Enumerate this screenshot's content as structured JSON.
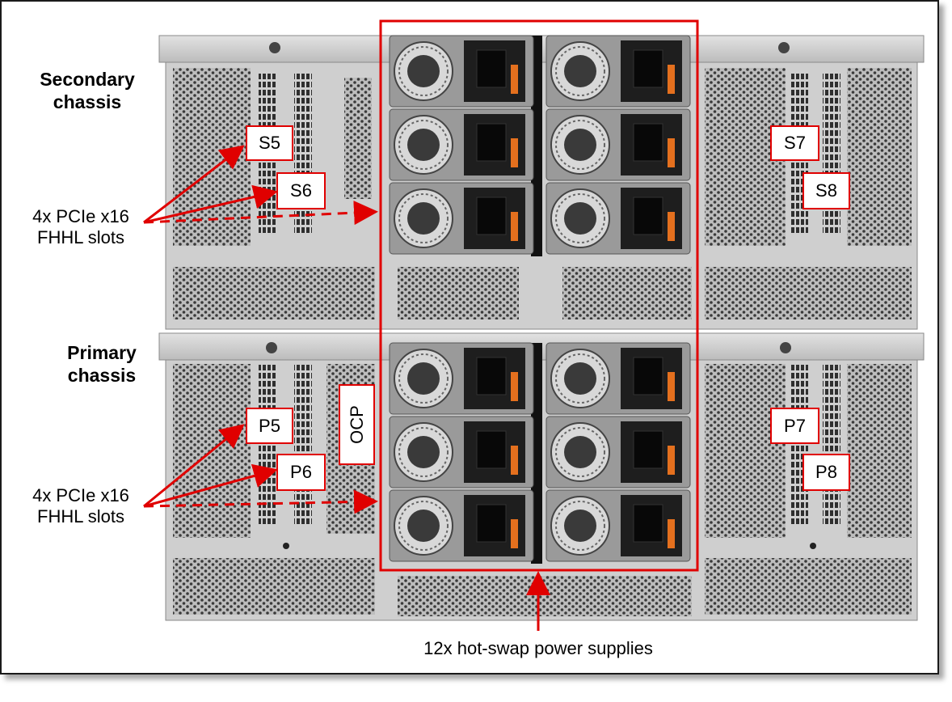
{
  "labels": {
    "secondary_chassis": [
      "Secondary",
      "chassis"
    ],
    "primary_chassis": [
      "Primary",
      "chassis"
    ],
    "pcie_callout_top": [
      "4x PCIe x16",
      "FHHL slots"
    ],
    "pcie_callout_bottom": [
      "4x PCIe x16",
      "FHHL slots"
    ],
    "power_supplies": "12x hot-swap power supplies",
    "ocp": "OCP"
  },
  "slots": {
    "s5": "S5",
    "s6": "S6",
    "s7": "S7",
    "s8": "S8",
    "p5": "P5",
    "p6": "P6",
    "p7": "P7",
    "p8": "P8"
  },
  "colors": {
    "callout_red": "#e00000",
    "chassis_gray": "#c9c9c9",
    "psu_dark": "#1e1e1e",
    "release_orange": "#e4701e"
  }
}
